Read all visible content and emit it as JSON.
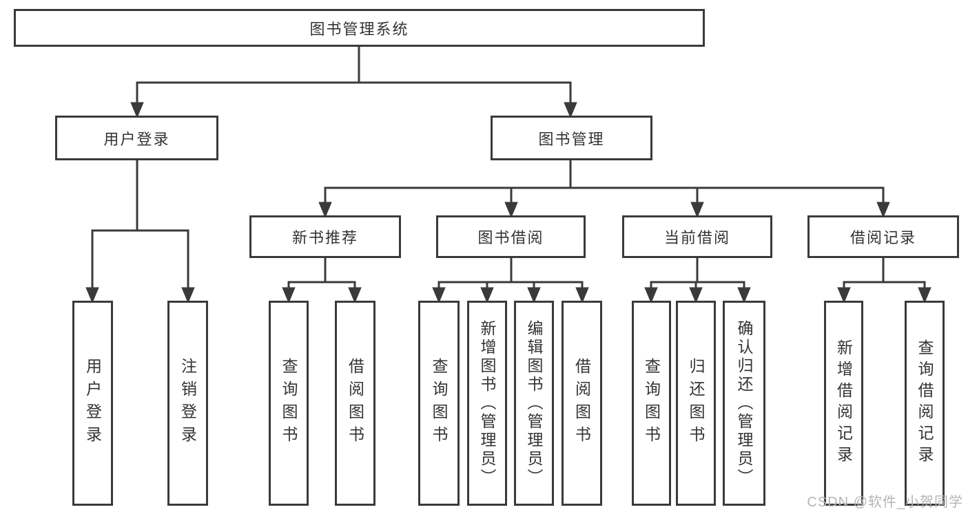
{
  "diagram": {
    "root": "图书管理系统",
    "level2": {
      "user_login": "用户登录",
      "book_management": "图书管理"
    },
    "level3": {
      "new_book_recommend": "新书推荐",
      "book_borrowing": "图书借阅",
      "current_borrowing": "当前借阅",
      "borrowing_records": "借阅记录"
    },
    "leaves": {
      "user_login": "用户登录",
      "logout": "注销登录",
      "nb_query_books": "查询图书",
      "nb_borrow_books": "借阅图书",
      "bb_query_books": "查询图书",
      "bb_add_books_admin": "新增图书（管理员）",
      "bb_edit_books_admin": "编辑图书（管理员）",
      "bb_borrow_books": "借阅图书",
      "cb_query_books": "查询图书",
      "cb_return_books": "归还图书",
      "cb_confirm_return_admin": "确认归还（管理员）",
      "br_add_record": "新增借阅记录",
      "br_query_record": "查询借阅记录"
    }
  },
  "watermark": "CSDN @软件_小贺同学",
  "colors": {
    "line": "#3a3a3a",
    "text": "#333333",
    "watermark": "#b5b5b5",
    "background": "#ffffff"
  }
}
